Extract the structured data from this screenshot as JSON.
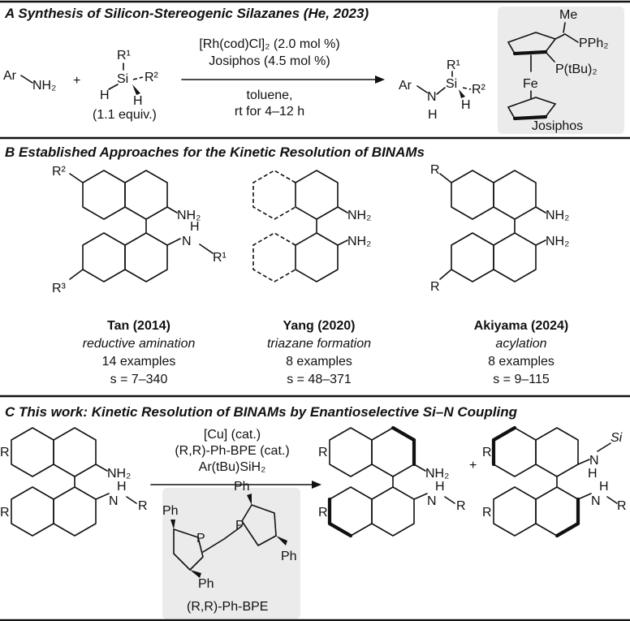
{
  "sectionA": {
    "heading": "A Synthesis of Silicon-Stereogenic Silazanes (He, 2023)",
    "amine_ar": "Ar",
    "amine_nh2": "NH₂",
    "plus": "+",
    "si": "Si",
    "r1": "R¹",
    "r2": "R²",
    "h": "H",
    "equiv": "(1.1 equiv.)",
    "cond_catalyst": "[Rh(cod)Cl]₂ (2.0 mol %)",
    "cond_ligand": "Josiphos (4.5 mol %)",
    "cond_solvent": "toluene,",
    "cond_time": "rt for 4–12 h",
    "prod_ar": "Ar",
    "prod_n": "N",
    "josiphos_me": "Me",
    "josiphos_pph2": "PPh₂",
    "josiphos_ptbu": "P(tBu)₂",
    "josiphos_fe": "Fe",
    "josiphos_label": "Josiphos"
  },
  "sectionB": {
    "heading": "B Established Approaches for the Kinetic Resolution of BINAMs",
    "nh2": "NH₂",
    "n_h": "H",
    "n": "N",
    "r1": "R¹",
    "r2": "R²",
    "r3": "R³",
    "r": "R",
    "approaches": [
      {
        "author": "Tan (2014)",
        "method": "reductive amination",
        "examples": "14 examples",
        "s": "s = 7–340"
      },
      {
        "author": "Yang (2020)",
        "method": "triazane formation",
        "examples": "8 examples",
        "s": "s = 48–371"
      },
      {
        "author": "Akiyama (2024)",
        "method": "acylation",
        "examples": "8 examples",
        "s": "s = 9–115"
      }
    ]
  },
  "sectionC": {
    "heading": "C This work: Kinetic Resolution of BINAMs by Enantioselective Si–N Coupling",
    "cond_catalyst": "[Cu] (cat.)",
    "cond_ligand": "(R,R)-Ph-BPE (cat.)",
    "cond_silane": "Ar(tBu)SiH₂",
    "r": "R",
    "nh2": "NH₂",
    "h": "H",
    "n": "N",
    "si": "Si",
    "plus": "+",
    "ph": "Ph",
    "p": "P",
    "ligand_label": "(R,R)-Ph-BPE"
  }
}
